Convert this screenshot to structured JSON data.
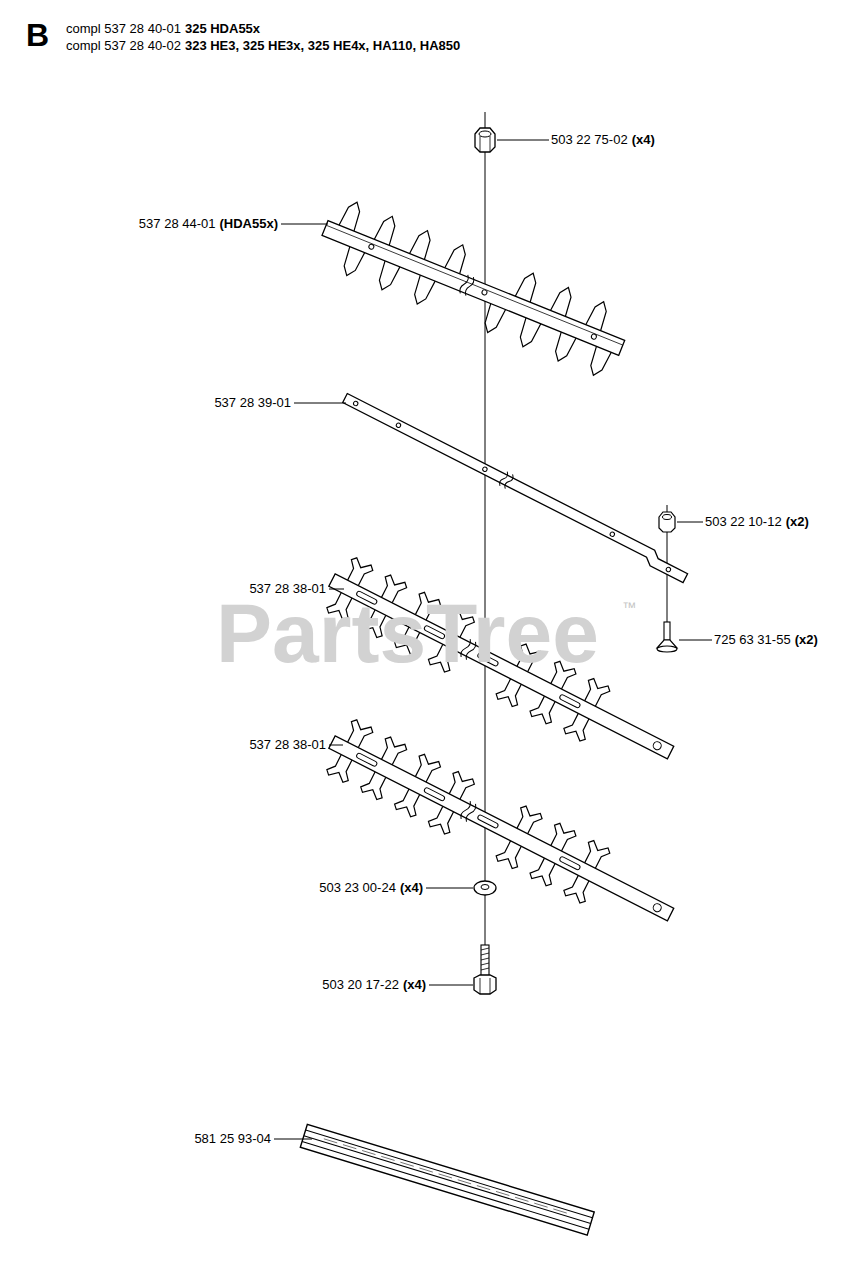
{
  "diagram": {
    "labels": [
      "B",
      "compl 537 28 40-01",
      "325 HDA55x",
      "compl 537 28 40-02",
      "323 HE3, 325 HE3x, 325 HE4x, HA110, HA850",
      "503 22 75-02",
      "(x4)",
      "537 28 44-01",
      "(HDA55x)",
      "537 28 39-01",
      "503 22 10-12",
      "(x2)",
      "537 28 38-01",
      "725 63 31-55",
      "(x2)",
      "537 28 38-01",
      "503 23 00-24",
      "(x4)",
      "503 20 17-22",
      "(x4)",
      "581 25 93-04",
      "PartsTree",
      "™"
    ]
  }
}
